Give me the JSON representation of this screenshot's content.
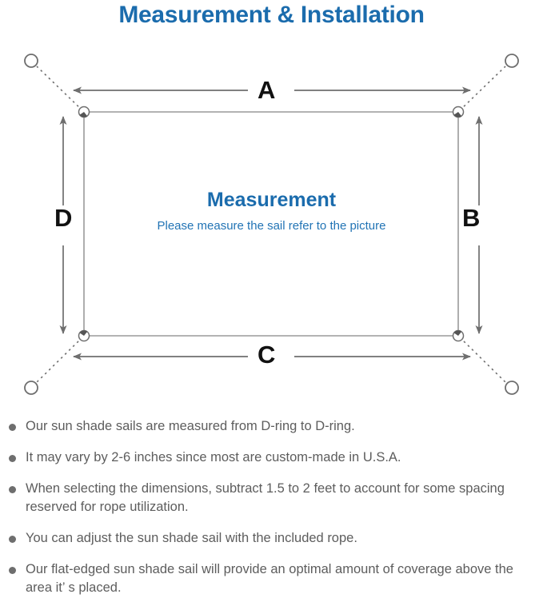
{
  "page": {
    "title": "Measurement & Installation",
    "title_color": "#1b6cad"
  },
  "diagram": {
    "sail": {
      "heading": "Measurement",
      "subheading": "Please measure the sail refer to the picture",
      "heading_color": "#1b6cad"
    },
    "dimension_labels": {
      "top": "A",
      "right": "B",
      "bottom": "C",
      "left": "D"
    },
    "icons": {
      "anchor_ring": "anchor-ring-icon",
      "d_ring": "d-ring-icon",
      "rope": "dotted-rope-line-icon",
      "dimension_arrow": "double-headed-arrow-icon"
    },
    "colors": {
      "line": "#6e6e6e",
      "sail_border": "#9a9a9a",
      "label": "#111111"
    }
  },
  "notes": {
    "bullet_color": "#6e6e6e",
    "items": [
      "Our sun shade sails are measured from D-ring to D-ring.",
      "It may vary by 2-6 inches since most are custom-made in U.S.A.",
      "When selecting the dimensions, subtract 1.5 to 2 feet to account for some spacing reserved for rope utilization.",
      "You can adjust the sun shade sail with the included rope.",
      "Our flat-edged sun shade sail will provide an optimal amount of coverage above the area it’ s placed."
    ]
  }
}
